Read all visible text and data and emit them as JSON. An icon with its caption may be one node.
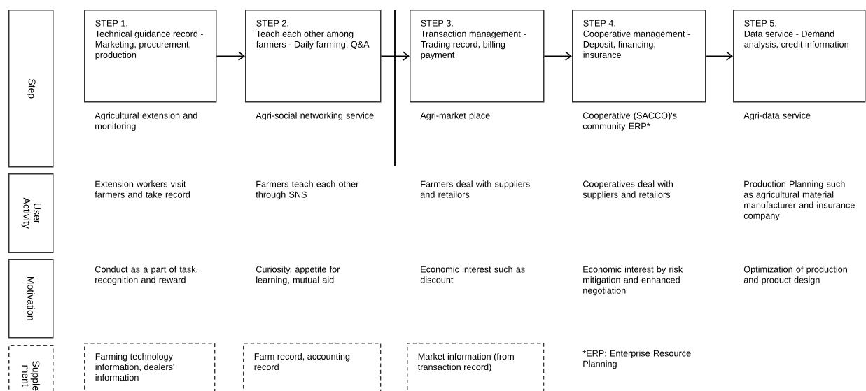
{
  "diagram": {
    "nodes": [
      {
        "text": [
          "Step"
        ]
      },
      {
        "text": [
          "User Activity"
        ]
      },
      {
        "text": [
          "Motivation"
        ]
      },
      {
        "text": [
          "Supple ment"
        ]
      },
      {
        "text": [
          "STEP 1.",
          "Technical guidance record - Marketing, procurement, production"
        ]
      },
      {
        "text": [
          "STEP 2.",
          "Teach each other among farmers - Daily farming, Q&A"
        ]
      },
      {
        "text": [
          "STEP 3.",
          "Transaction management - Trading record, billing payment"
        ]
      },
      {
        "text": [
          "STEP 4.",
          "Cooperative management - Deposit, financing, insurance"
        ]
      },
      {
        "text": [
          "STEP 5.",
          "Data service - Demand analysis, credit information"
        ]
      },
      {
        "text": [
          "Farming technology information, dealers' information"
        ]
      },
      {
        "text": [
          "Farm record, accounting record"
        ]
      },
      {
        "text": [
          "Market information (from transaction record)"
        ]
      }
    ],
    "edges": [
      {
        "from": 4,
        "to": 5,
        "arrow": "to"
      },
      {
        "from": 5,
        "to": 6,
        "arrow": "to"
      },
      {
        "from": 6,
        "to": 7,
        "arrow": "to"
      },
      {
        "from": 7,
        "to": 8,
        "arrow": "to"
      }
    ],
    "labels": [
      "Agricultural extension and monitoring",
      "Agri-social networking service",
      "Agri-market place",
      "Cooperative (SACCO)'s community ERP*",
      "Agri-data service",
      "Extension workers visit farmers and take record",
      "Farmers teach each other through SNS",
      "Farmers deal with suppliers and retailors",
      "Cooperatives deal with suppliers and retailors",
      "Production Planning such as agricultural material manufacturer and insurance company",
      "Conduct as a part of task, recognition and reward",
      "Curiosity, appetite for learning, mutual aid",
      "Economic interest such as discount",
      "Economic interest by risk mitigation and enhanced negotiation",
      "Optimization of production and product design",
      "*ERP: Enterprise Resource Planning"
    ]
  }
}
